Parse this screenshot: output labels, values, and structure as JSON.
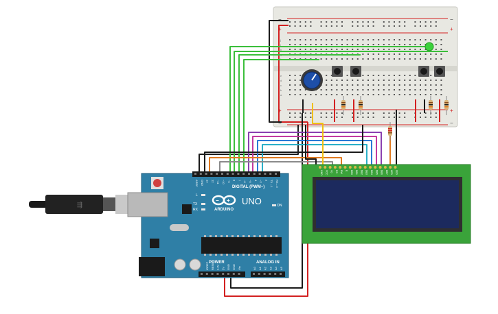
{
  "breadboard": {
    "top_rail_signs": [
      "−",
      "+"
    ],
    "bottom_rail_signs": [
      "+",
      "−"
    ],
    "row_letters_top": [
      "j",
      "i",
      "h",
      "g",
      "f"
    ],
    "row_letters_bottom": [
      "e",
      "d",
      "c",
      "b",
      "a"
    ],
    "column_count": 30
  },
  "arduino": {
    "logo_text": "ARDUINO",
    "model_text": "UNO",
    "digital_label": "DIGITAL (PWM~)",
    "power_label": "POWER",
    "analog_label": "ANALOG IN",
    "on_label": "ON",
    "led_labels": [
      "L",
      "TX",
      "RX"
    ],
    "digital_pins": [
      "AREF",
      "GND",
      "13",
      "12",
      "~11",
      "~10",
      "~9",
      "8",
      "7",
      "~6",
      "~5",
      "4",
      "~3",
      "2",
      "TX→1",
      "RX←0"
    ],
    "power_pins": [
      "IOREF",
      "RESET",
      "3.3V",
      "5V",
      "GND",
      "GND",
      "Vin"
    ],
    "analog_pins": [
      "A0",
      "A1",
      "A2",
      "A3",
      "A4",
      "A5"
    ]
  },
  "lcd": {
    "pin_labels": [
      "GND",
      "VCC",
      "V0",
      "RS",
      "RW",
      "E",
      "DB0",
      "DB1",
      "DB2",
      "DB3",
      "DB4",
      "DB5",
      "DB6",
      "DB7",
      "LED",
      "LED"
    ]
  },
  "colors": {
    "breadboard": "#e8e8e2",
    "arduino_board": "#2f7fa6",
    "lcd_board": "#3aa33a",
    "lcd_screen": "#1c2a5e",
    "wire_red": "#d32020",
    "wire_black": "#1a1a1a",
    "wire_green": "#3bbf3b",
    "wire_yellow": "#f0c010",
    "wire_purple": "#8a3fb0",
    "wire_magenta": "#c23aa0",
    "wire_blue": "#2a7ad6",
    "wire_cyan": "#2ab0c8",
    "wire_orange": "#e07a20",
    "wire_brown": "#8a5a2a",
    "wire_grey": "#8a8a8a",
    "led_green": "#3bd13b",
    "pot_knob": "#1e4fa8"
  },
  "icons": [
    "usb-cable-icon",
    "potentiometer-icon",
    "pushbutton-icon",
    "resistor-icon",
    "led-icon",
    "chip-icon",
    "reset-button-icon",
    "power-jack-icon"
  ]
}
